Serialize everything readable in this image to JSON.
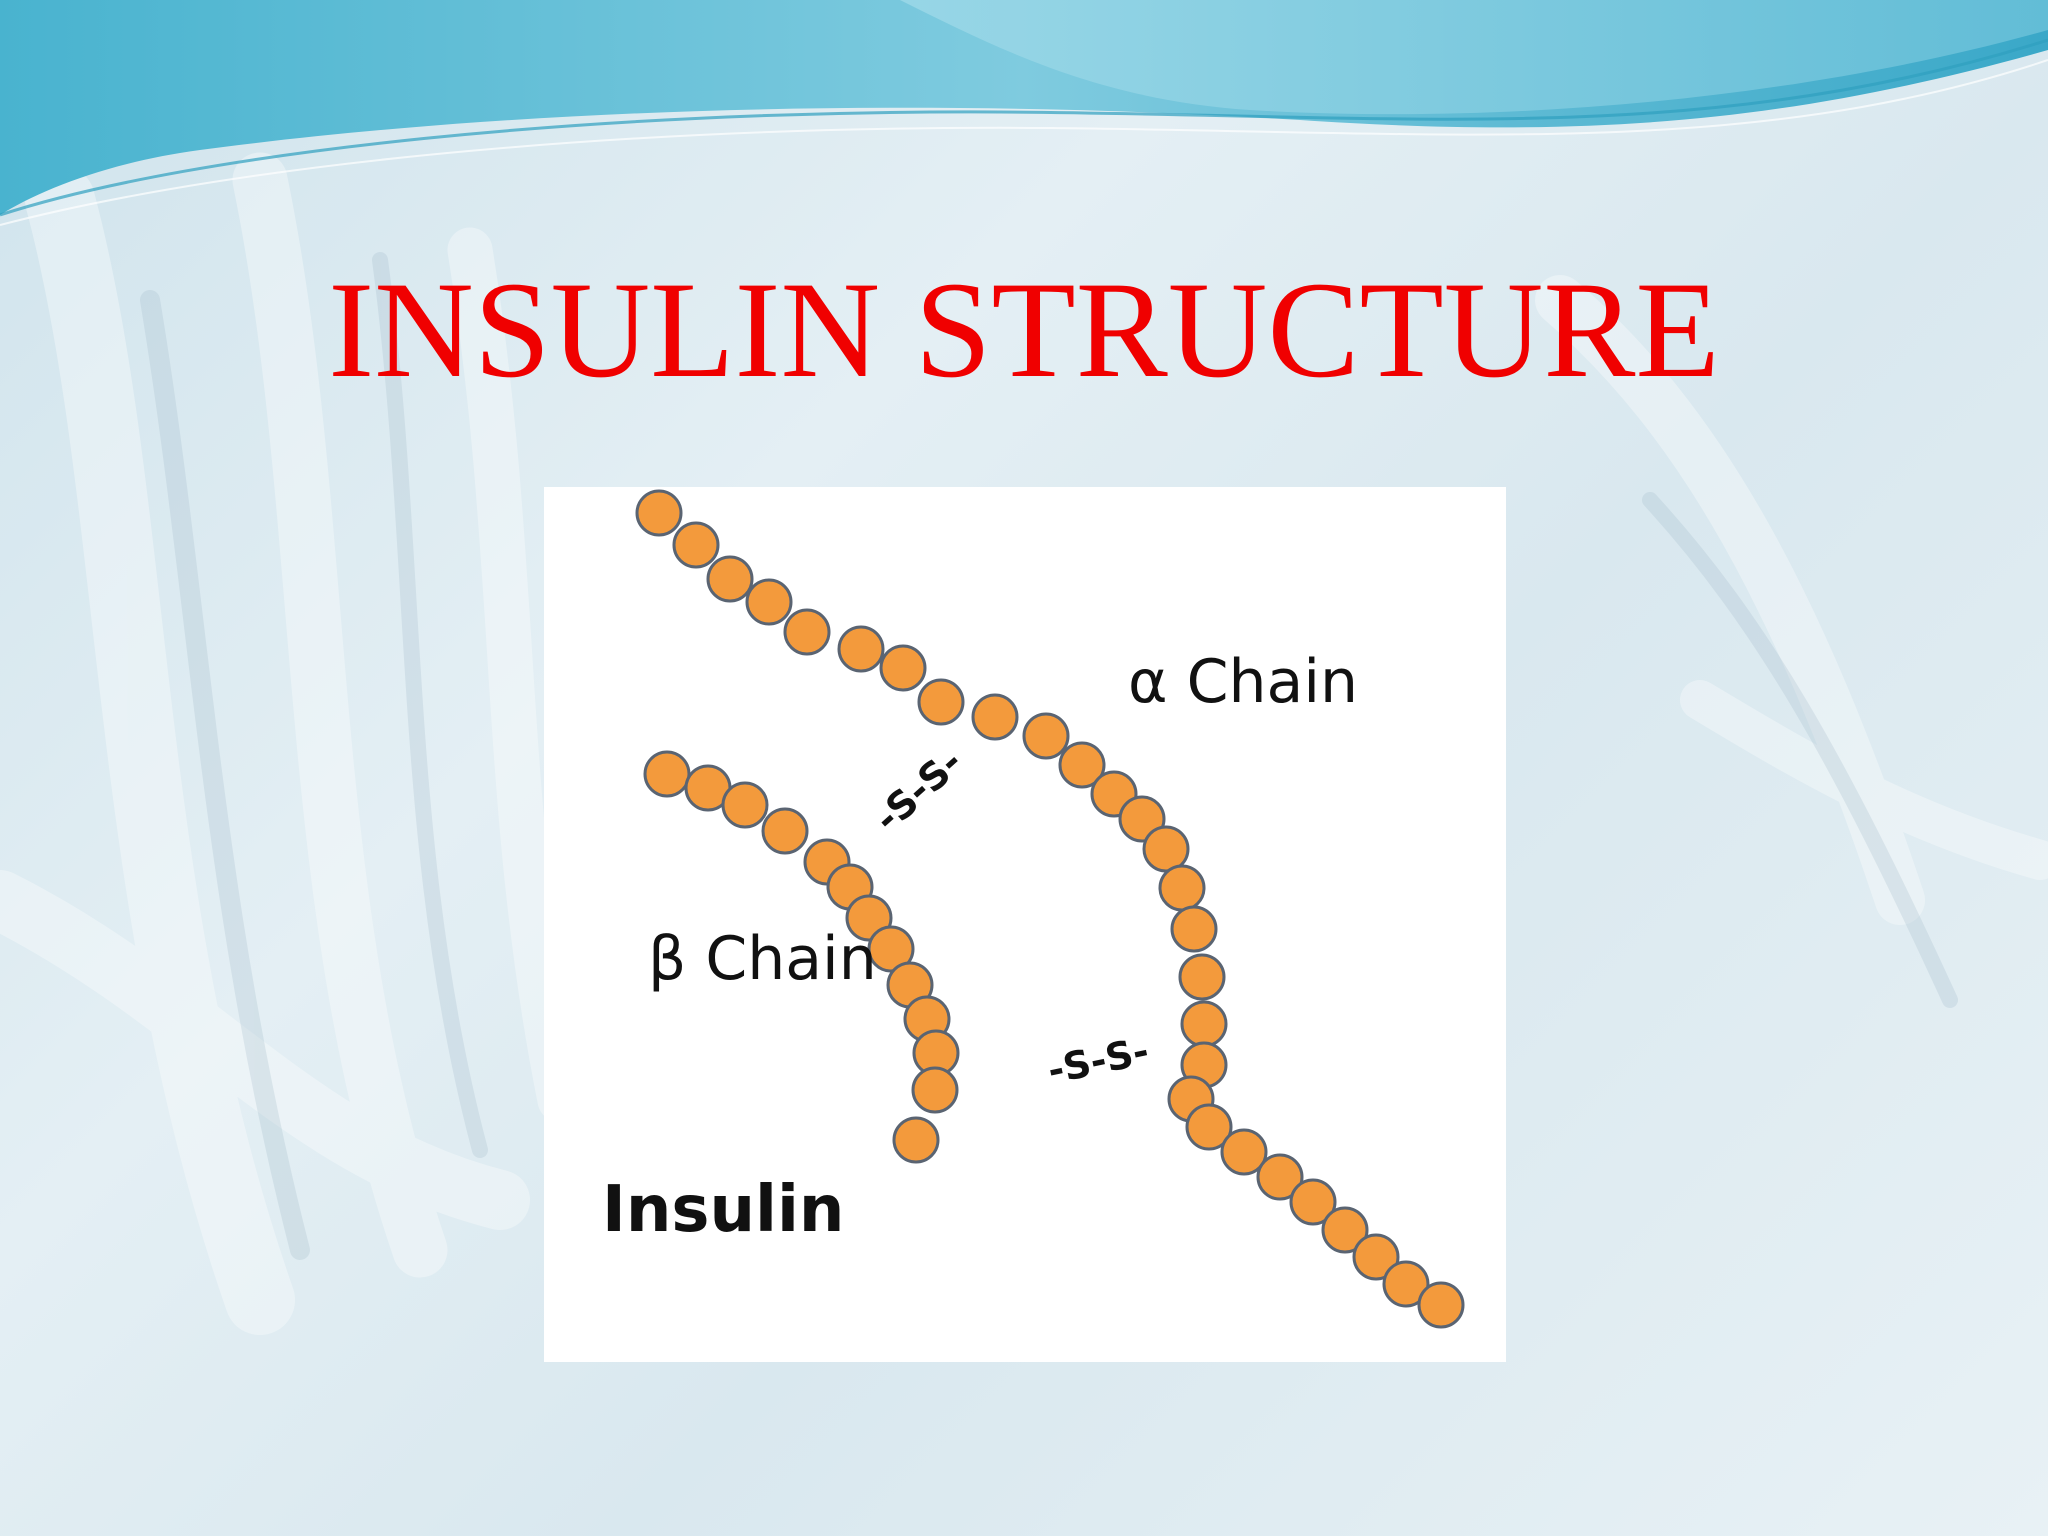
{
  "slide": {
    "title": "INSULIN STRUCTURE"
  },
  "diagram": {
    "alpha_label": "α Chain",
    "beta_label": "β Chain",
    "bond_label_upper": "-S-S-",
    "bond_label_lower": "-S-S-",
    "molecule_label": "Insulin",
    "alpha_bead_count": 28,
    "beta_bead_count": 13,
    "colors": {
      "bead_fill": "#f39a3c",
      "bead_stroke": "#5a6472",
      "title": "#f00000",
      "label_text": "#111111"
    }
  }
}
